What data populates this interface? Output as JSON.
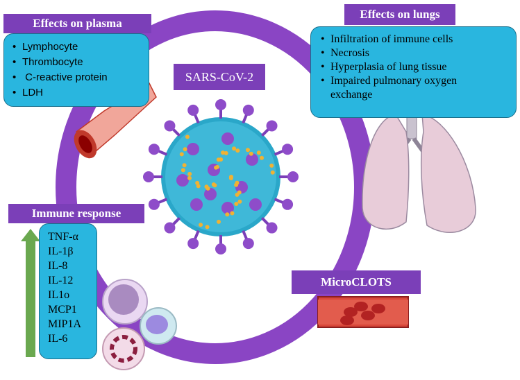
{
  "plasma": {
    "title": "Effects on plasma",
    "items": [
      "Lymphocyte",
      "Thrombocyte",
      " C-reactive protein",
      "LDH"
    ]
  },
  "lungs": {
    "title": "Effects on lungs",
    "items": [
      "Infiltration of immune cells",
      "Necrosis",
      "Hyperplasia of lung tissue",
      "Impaired pulmonary oxygen exchange"
    ]
  },
  "center": {
    "title": "SARS-CoV-2"
  },
  "immune": {
    "title": "Immune response",
    "items": [
      "TNF-α",
      "IL-1β",
      "IL-8",
      "IL-12",
      "IL1o",
      "MCP1",
      "MIP1A",
      "IL-6"
    ]
  },
  "clots": {
    "title": "MicroCLOTS"
  },
  "colors": {
    "ring": "#8a45c4",
    "title_bg": "#7b3fb8",
    "box_bg": "#29b6df",
    "arrow": "#6aa84f"
  },
  "icons": [
    "blood-vessel-icon",
    "lungs-icon",
    "virus-icon",
    "immune-cells-icon",
    "microclot-vessel-icon",
    "up-arrow-icon"
  ]
}
